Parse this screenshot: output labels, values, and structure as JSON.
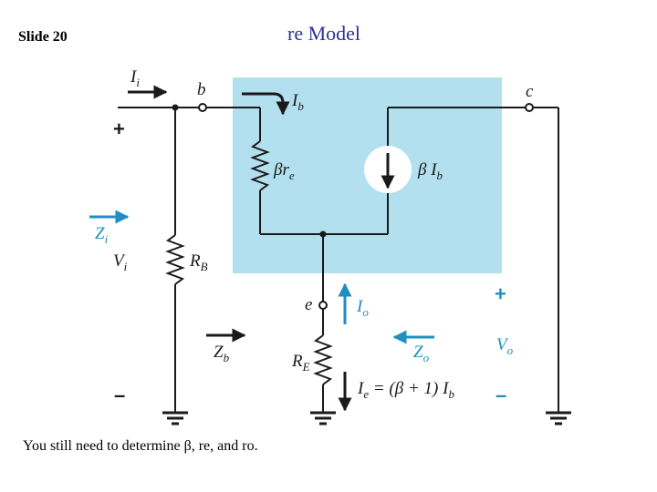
{
  "slide": {
    "label": "Slide 20",
    "title": "re Model",
    "footnote": "You still need to determine β, re, and ro."
  },
  "colors": {
    "title": "#2e3192",
    "model_box": "#b3e0ee",
    "accent_blue": "#1e8fc0",
    "wire": "#1a1a1a"
  },
  "diagram": {
    "input_current": {
      "main": "I",
      "sub": "i"
    },
    "node_b": "b",
    "node_c": "c",
    "node_e": "e",
    "base_current": {
      "main": "I",
      "sub": "b"
    },
    "beta_re": {
      "main": "βr",
      "sub": "e"
    },
    "source": {
      "main": "β I",
      "sub": "b"
    },
    "input_impedance": {
      "main": "Z",
      "sub": "i"
    },
    "input_voltage": {
      "main": "V",
      "sub": "i"
    },
    "rb": {
      "main": "R",
      "sub": "B"
    },
    "io_current": {
      "main": "I",
      "sub": "o"
    },
    "zb": {
      "main": "Z",
      "sub": "b"
    },
    "re_label": {
      "main": "R",
      "sub": "E"
    },
    "zo": {
      "main": "Z",
      "sub": "o"
    },
    "vo": {
      "main": "V",
      "sub": "o"
    },
    "ie_eq": {
      "main": "I",
      "sub": "e",
      "rest": " = (β + 1) I",
      "sub2": "b"
    },
    "plus": "+",
    "minus": "–"
  }
}
